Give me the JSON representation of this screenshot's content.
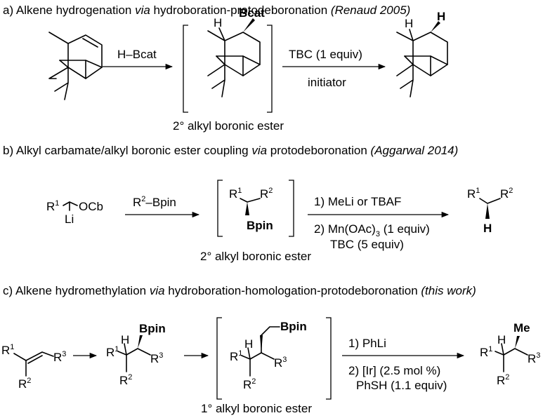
{
  "panel_a": {
    "heading": {
      "prefix": "a)  Alkene hydrogenation ",
      "via": "via",
      "suffix": " hydroboration-protodeboronation ",
      "ref": "(Renaud 2005)"
    },
    "reagent_1": "H–Bcat",
    "reagent_2_top": "TBC (1 equiv)",
    "reagent_2_bottom": "initiator",
    "intermediate_h": "H",
    "intermediate_boron": "Bcat",
    "intermediate_caption": "2° alkyl boronic ester",
    "product_h1": "H",
    "product_h2": "H"
  },
  "panel_b": {
    "heading": {
      "prefix": "b)  Alkyl carbamate/alkyl boronic ester coupling ",
      "via": "via",
      "suffix": " protodeboronation ",
      "ref": "(Aggarwal 2014)"
    },
    "sm_r": "R",
    "sm_r_sup": "1",
    "sm_ocb": "OCb",
    "sm_li": "Li",
    "reagent_1_r": "R",
    "reagent_1_sup": "2",
    "reagent_1_rest": "–Bpin",
    "int_r1": "R",
    "int_r1_sup": "1",
    "int_r2": "R",
    "int_r2_sup": "2",
    "int_boron": "Bpin",
    "int_caption": "2° alkyl boronic ester",
    "step_1": "1) MeLi or TBAF",
    "step_2_a": "2) Mn(OAc)",
    "step_2_sub": "3",
    "step_2_b": " (1 equiv)",
    "step_3": "TBC (5 equiv)",
    "prod_r1": "R",
    "prod_r1_sup": "1",
    "prod_r2": "R",
    "prod_r2_sup": "2",
    "prod_h": "H"
  },
  "panel_c": {
    "heading": {
      "prefix": "c) Alkene hydromethylation ",
      "via": "via",
      "suffix": " hydroboration-homologation-protodeboronation ",
      "ref": "(this work)"
    },
    "alkene_r1": "R",
    "alkene_r1_sup": "1",
    "alkene_r2": "R",
    "alkene_r2_sup": "2",
    "alkene_r3": "R",
    "alkene_r3_sup": "3",
    "hb_h": "H",
    "hb_boron": "Bpin",
    "hb_r1": "R",
    "hb_r1_sup": "1",
    "hb_r2": "R",
    "hb_r2_sup": "2",
    "hb_r3": "R",
    "hb_r3_sup": "3",
    "hom_boron": "Bpin",
    "hom_h": "H",
    "hom_r1": "R",
    "hom_r1_sup": "1",
    "hom_r2": "R",
    "hom_r2_sup": "2",
    "hom_r3": "R",
    "hom_r3_sup": "3",
    "hom_caption": "1° alkyl boronic ester",
    "step_1": "1) PhLi",
    "step_2": "2) [Ir] (2.5 mol %)",
    "step_3": "PhSH (1.1 equiv)",
    "prod_me": "Me",
    "prod_h": "H",
    "prod_r1": "R",
    "prod_r1_sup": "1",
    "prod_r2": "R",
    "prod_r2_sup": "2",
    "prod_r3": "R",
    "prod_r3_sup": "3"
  }
}
